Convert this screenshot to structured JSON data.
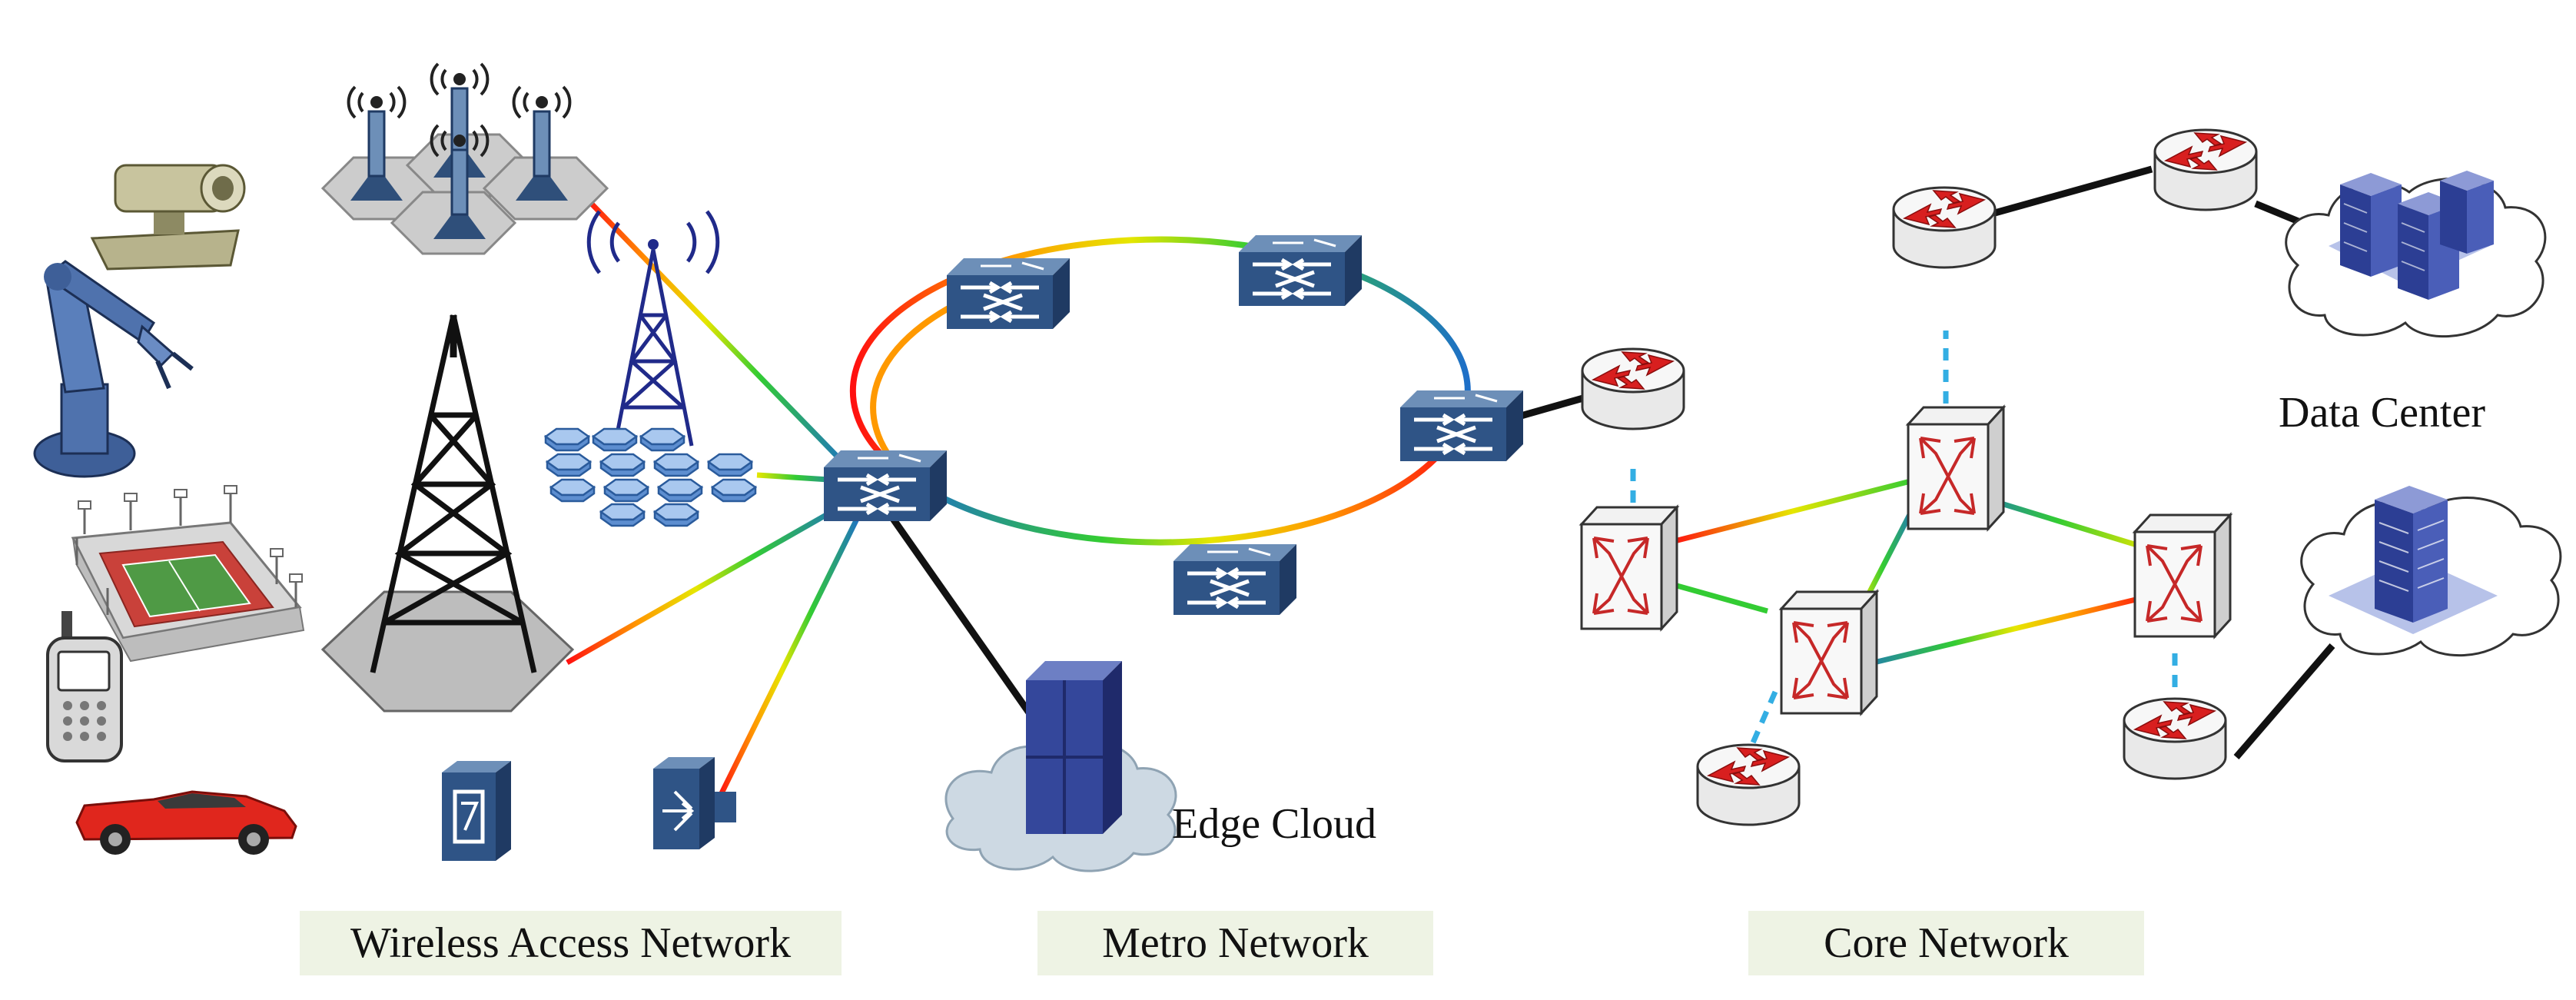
{
  "labels": {
    "wireless_access": "Wireless Access Network",
    "metro": "Metro Network",
    "core": "Core Network",
    "edge_cloud": "Edge Cloud",
    "data_center": "Data Center"
  },
  "colors": {
    "label_background": "#eef3e4",
    "device_blue": "#2f4f7a",
    "router_arrow": "#d81f1f",
    "dashed_link": "#33aee3",
    "cloud": "#cdd9e3",
    "building": "#3f53a8"
  },
  "icons": [
    "surveillance-camera-icon",
    "robot-arm-icon",
    "stadium-icon",
    "mobile-phone-icon",
    "car-icon",
    "small-cell-antenna-icon",
    "macro-tower-icon",
    "radio-tower-icon",
    "cell-grid-icon",
    "access-point-icon",
    "optical-switch-icon",
    "server-rack-icon",
    "cloud-icon",
    "router-icon",
    "core-switch-icon",
    "data-center-icon"
  ]
}
